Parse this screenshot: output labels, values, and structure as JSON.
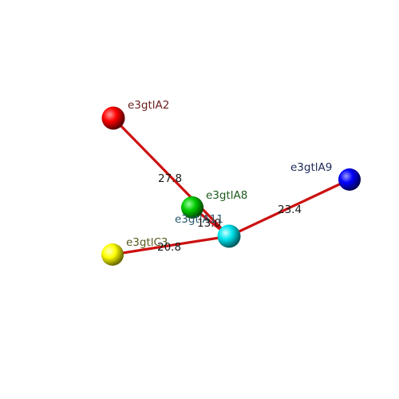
{
  "colors": {
    "bond": "#cc1111",
    "background": "#ffffff"
  },
  "nodes": {
    "a2": {
      "label": "e3gtlA2",
      "color": "#ff0000",
      "label_color": "#6b1e1e"
    },
    "a8": {
      "label": "e3gtlA8",
      "color": "#00cc00",
      "label_color": "#1e5a1e"
    },
    "a9": {
      "label": "e3gtlA9",
      "color": "#0000ff",
      "label_color": "#1e2a5a"
    },
    "c3": {
      "label": "e3gtlC3",
      "color": "#ffff00",
      "label_color": "#5a5a1e"
    },
    "a11": {
      "label": "e3gtlA11",
      "color": "#00e5ee",
      "label_color": "#2a5a6b"
    }
  },
  "edges": {
    "a2_a11": {
      "label": "27.8"
    },
    "a8_a11": {
      "label": "13.0"
    },
    "c3_a11": {
      "label": "20.8"
    },
    "a9_a11": {
      "label": "23.4"
    }
  }
}
